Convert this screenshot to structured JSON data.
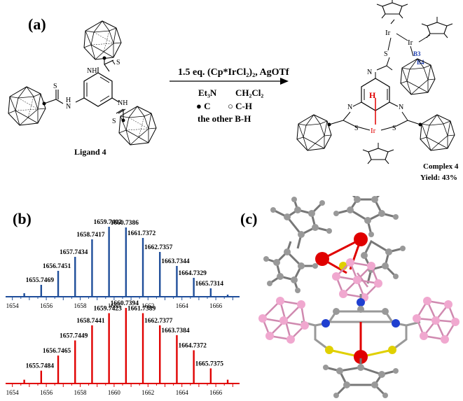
{
  "panels": {
    "a": {
      "label": "(a)",
      "ligand_label": "Ligand 4",
      "complex_label": "Complex 4",
      "yield_label": "Yield: 43%",
      "reaction": {
        "line1": "1.5 eq. (Cp*IrCl₂)₂, AgOTf",
        "line2a": "Et₃N",
        "line2b": "CH₂Cl₂",
        "legend_c": "C",
        "legend_ch": "C-H",
        "legend_bh": "the other B-H"
      },
      "atoms": {
        "nh": "NH",
        "n": "N",
        "hn": "H",
        "s": "S",
        "ir": "Ir",
        "h": "H",
        "b3": "B3",
        "b4": "B4"
      }
    },
    "b": {
      "label": "(b)",
      "top_series_color": "#1f4e9a",
      "bottom_series_color": "#e00000",
      "top_labels": [
        "1655.7469",
        "1656.7451",
        "1657.7434",
        "1658.7417",
        "1659.7402",
        "1660.7386",
        "1661.7372",
        "1662.7357",
        "1663.7344",
        "1664.7329",
        "1665.7314"
      ],
      "bottom_labels": [
        "1655.7484",
        "1656.7465",
        "1657.7449",
        "1658.7441",
        "1659.7423",
        "1660.7394",
        "1661.7389",
        "1662.7377",
        "1663.7384",
        "1664.7372",
        "1665.7375"
      ],
      "axis_ticks": [
        "1654",
        "1656",
        "1658",
        "1660",
        "1662",
        "1664",
        "1666"
      ]
    },
    "c": {
      "label": "(c)"
    }
  },
  "chart_data": {
    "type": "bar",
    "x": [
      1654.7,
      1655.7,
      1656.7,
      1657.7,
      1658.7,
      1659.7,
      1660.7,
      1661.7,
      1662.7,
      1663.7,
      1664.7,
      1665.7,
      1666.7
    ],
    "xlim": [
      1653.6,
      1667.4
    ],
    "series": [
      {
        "values": [
          0.05,
          0.17,
          0.37,
          0.57,
          0.82,
          1.0,
          0.99,
          0.84,
          0.64,
          0.44,
          0.27,
          0.12,
          0.03
        ]
      },
      {
        "values": [
          0.05,
          0.17,
          0.37,
          0.57,
          0.77,
          0.93,
          1.0,
          0.93,
          0.77,
          0.64,
          0.44,
          0.2,
          0.05
        ]
      }
    ]
  }
}
